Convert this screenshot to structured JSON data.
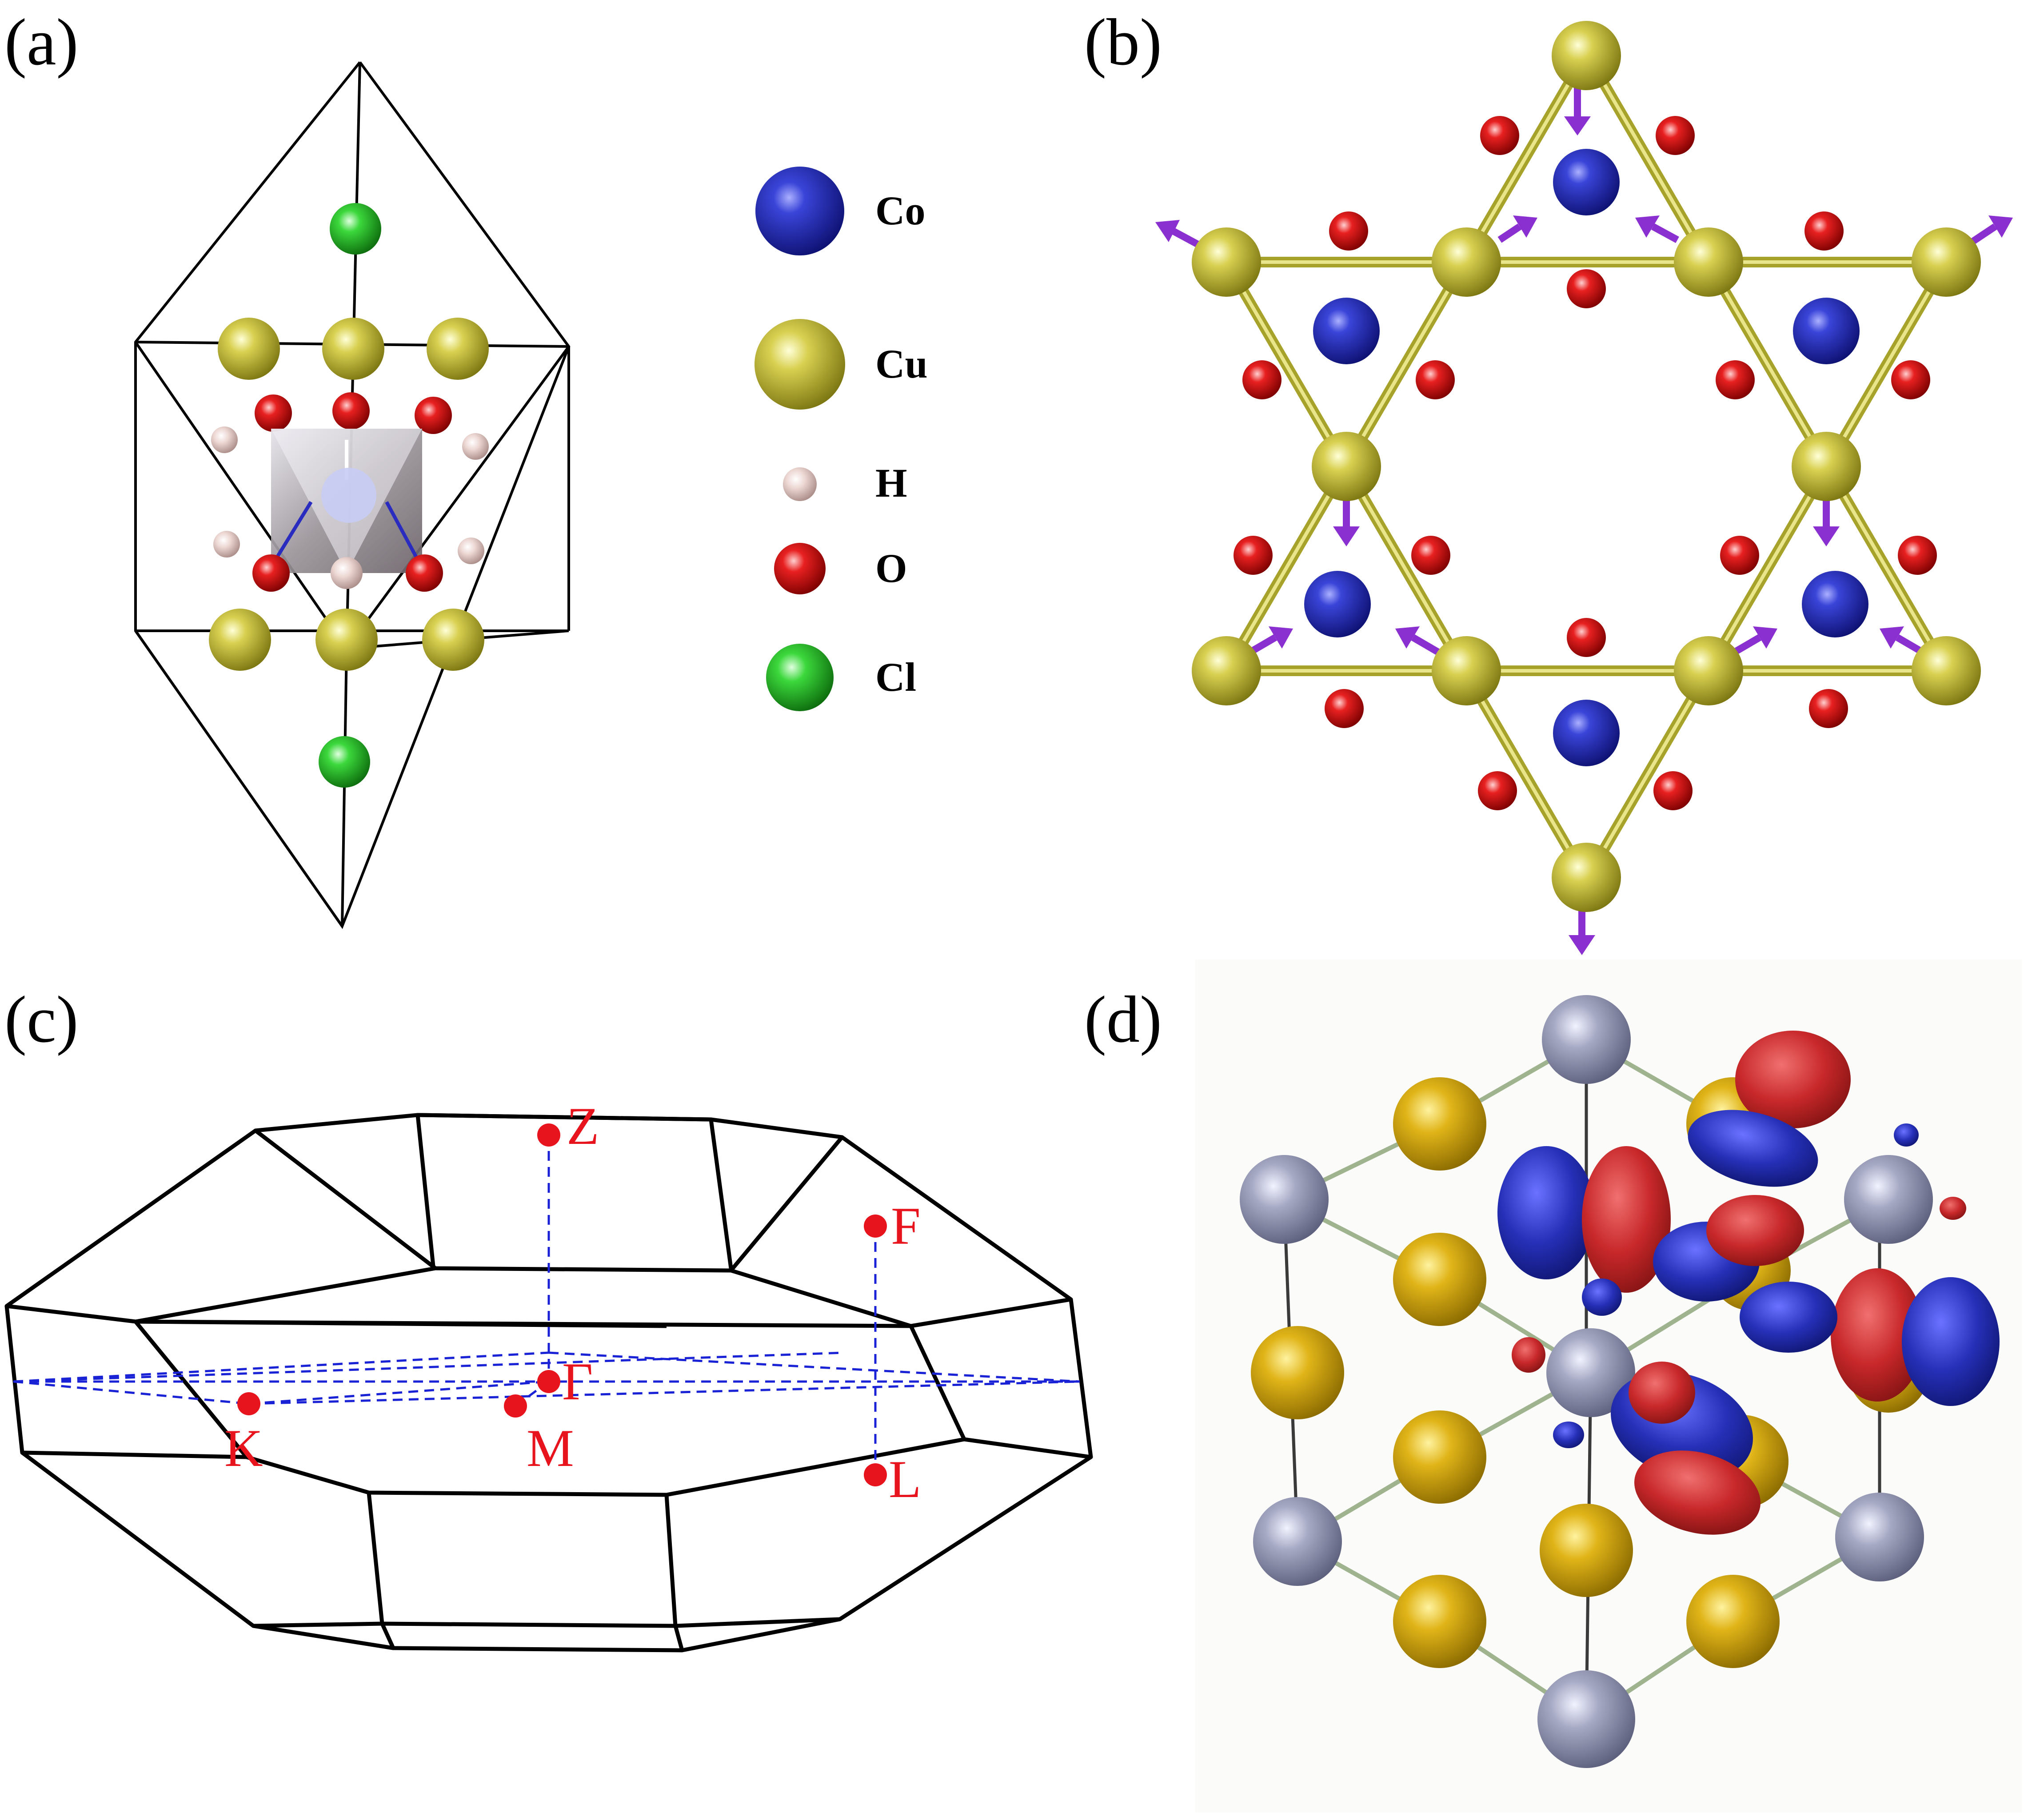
{
  "panels": {
    "a": {
      "label": "(a)"
    },
    "b": {
      "label": "(b)"
    },
    "c": {
      "label": "(c)"
    },
    "d": {
      "label": "(d)"
    }
  },
  "legend": [
    {
      "symbol": "Co",
      "color": "#1c22a8"
    },
    {
      "symbol": "Cu",
      "color": "#c8c035"
    },
    {
      "symbol": "H",
      "color": "#e8d0cc"
    },
    {
      "symbol": "O",
      "color": "#d81818"
    },
    {
      "symbol": "Cl",
      "color": "#2fc82f"
    }
  ],
  "kpoints": [
    "Z",
    "F",
    "Γ",
    "K",
    "M",
    "L"
  ],
  "colors": {
    "co": "#1c22a8",
    "cu": "#c8c035",
    "h": "#e8d0cc",
    "o": "#d81818",
    "cl": "#2fc82f",
    "kpoint": "#e8141d",
    "path": "#1a22d6",
    "moment_arrow": "#8a2fd0",
    "orbital_positive": "#c8282a",
    "orbital_negative": "#2630b8",
    "lattice_gray": "#a5a9c4",
    "lattice_gold": "#d9b21c"
  }
}
